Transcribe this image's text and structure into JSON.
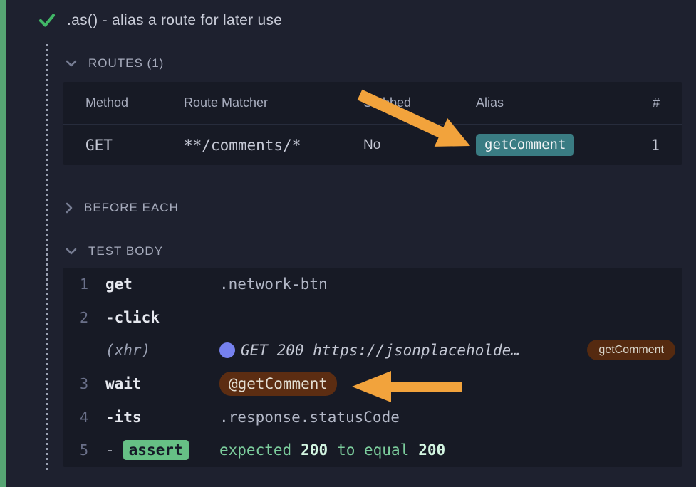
{
  "test": {
    "title": ".as() - alias a route for later use"
  },
  "routes_section": {
    "label": "ROUTES (1)",
    "table": {
      "headers": [
        "Method",
        "Route Matcher",
        "Stubbed",
        "Alias",
        "#"
      ],
      "rows": [
        {
          "method": "GET",
          "route_matcher": "**/comments/*",
          "stubbed": "No",
          "alias": "getComment",
          "count": "1"
        }
      ]
    }
  },
  "before_each_section": {
    "label": "BEFORE EACH"
  },
  "test_body_section": {
    "label": "TEST BODY",
    "commands": [
      {
        "number": "1",
        "name": "get",
        "message": ".network-btn"
      },
      {
        "number": "2",
        "name": "-click",
        "message": ""
      },
      {
        "number": "",
        "name": "(xhr)",
        "message": "GET 200 https://jsonplaceholde…",
        "alias_badge": "getComment"
      },
      {
        "number": "3",
        "name": "wait",
        "alias_badge": "@getComment"
      },
      {
        "number": "4",
        "name": "-its",
        "message": ".response.statusCode"
      },
      {
        "number": "5",
        "name": "-",
        "badge": "assert",
        "assertion": {
          "word1": "expected",
          "actual": "200",
          "word2": "to equal",
          "expected": "200"
        }
      }
    ]
  },
  "colors": {
    "accent_green_stripe": "#56a573",
    "check_green": "#41b767",
    "alias_badge_teal": "#3a7c83",
    "alias_pill_brown": "#5c2d12",
    "xhr_dot_blue": "#7681ef",
    "assert_badge_green": "#66c085",
    "annotation_arrow_orange": "#f2a33c",
    "panel_background": "#171a25",
    "page_background": "#1e212f"
  }
}
